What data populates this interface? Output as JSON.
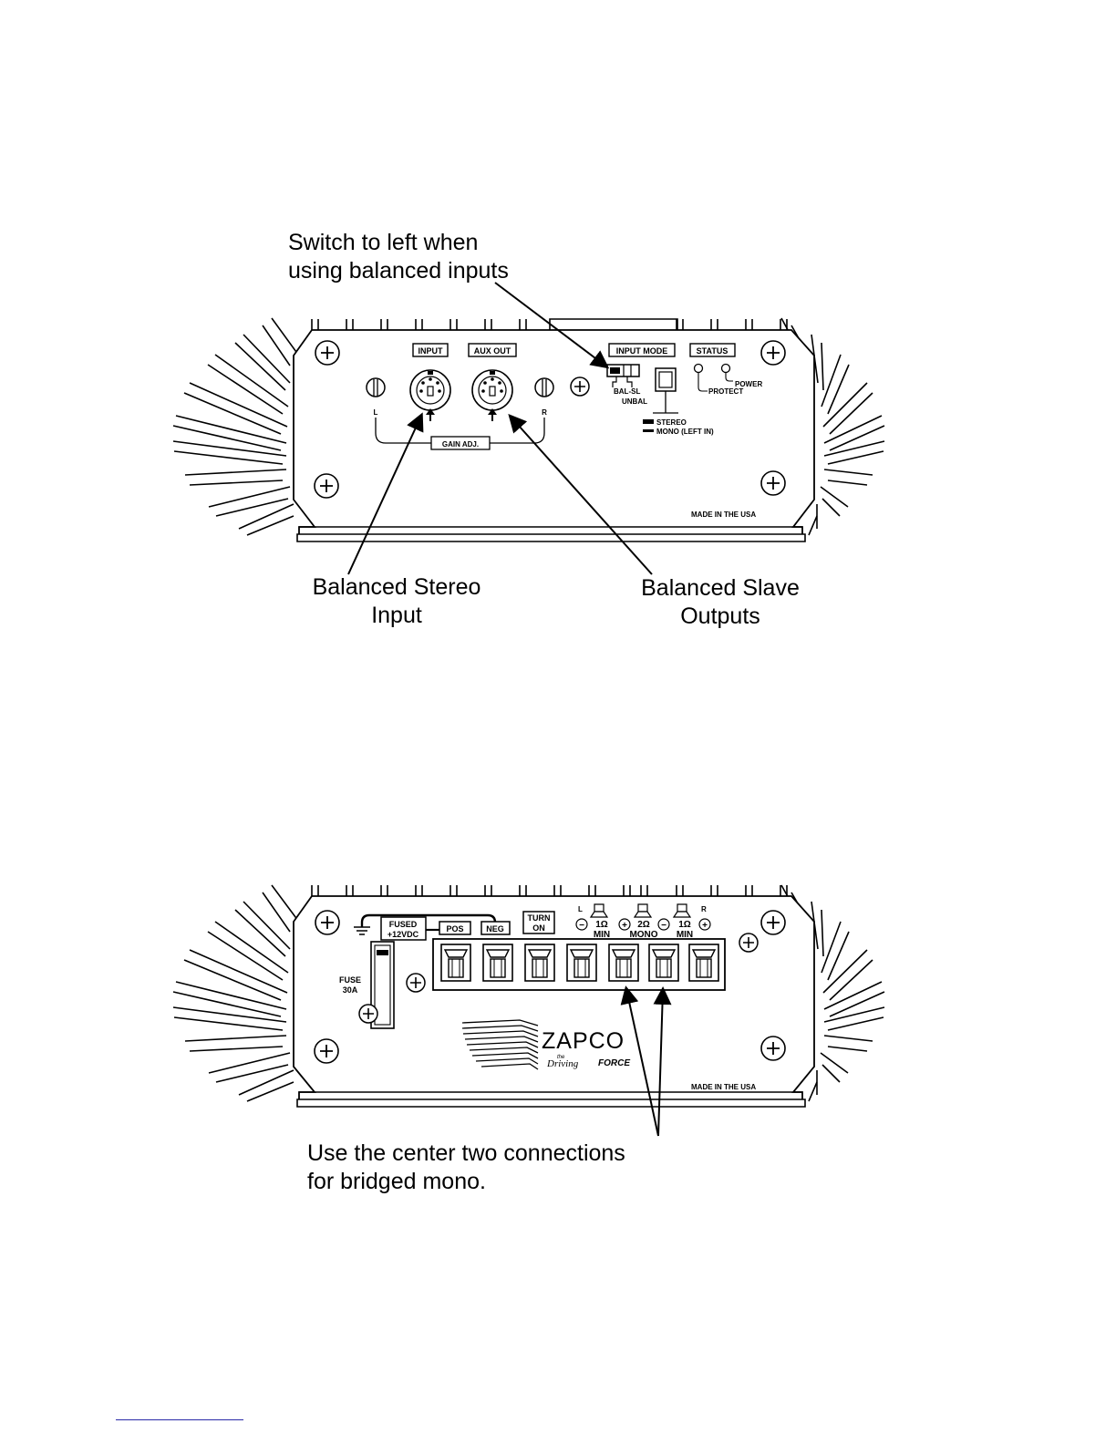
{
  "front_panel": {
    "callouts": {
      "switch_note_line1": "Switch to left when",
      "switch_note_line2": "using balanced inputs",
      "stereo_input_line1": "Balanced Stereo",
      "stereo_input_line2": "Input",
      "slave_outputs_line1": "Balanced Slave",
      "slave_outputs_line2": "Outputs"
    },
    "labels": {
      "input": "INPUT",
      "aux_out": "AUX OUT",
      "input_mode": "INPUT MODE",
      "status": "STATUS",
      "bal_sl": "BAL-SL",
      "unbal": "UNBAL",
      "power": "POWER",
      "protect": "PROTECT",
      "stereo": "STEREO",
      "mono_left_in": "MONO (LEFT IN)",
      "left": "L",
      "right": "R",
      "gain_adj": "GAIN ADJ.",
      "made_in": "MADE IN THE USA"
    }
  },
  "rear_panel": {
    "callouts": {
      "bridge_note_line1": "Use the center two connections",
      "bridge_note_line2": "for bridged mono."
    },
    "labels": {
      "fused_line1": "FUSED",
      "fused_line2": "+12VDC",
      "pos": "POS",
      "neg": "NEG",
      "turn_line1": "TURN",
      "turn_line2": "ON",
      "fuse_line1": "FUSE",
      "fuse_line2": "30A",
      "left": "L",
      "right": "R",
      "min1_line1": "1Ω",
      "min1_line2": "MIN",
      "mono_line1": "2Ω",
      "mono_line2": "MONO",
      "min2_line1": "1Ω",
      "min2_line2": "MIN",
      "minus": "−",
      "plus": "+",
      "brand": "ZAPCO",
      "slogan_the": "the",
      "slogan_driving": "Driving",
      "slogan_force": "FORCE",
      "made_in": "MADE IN THE USA"
    }
  }
}
